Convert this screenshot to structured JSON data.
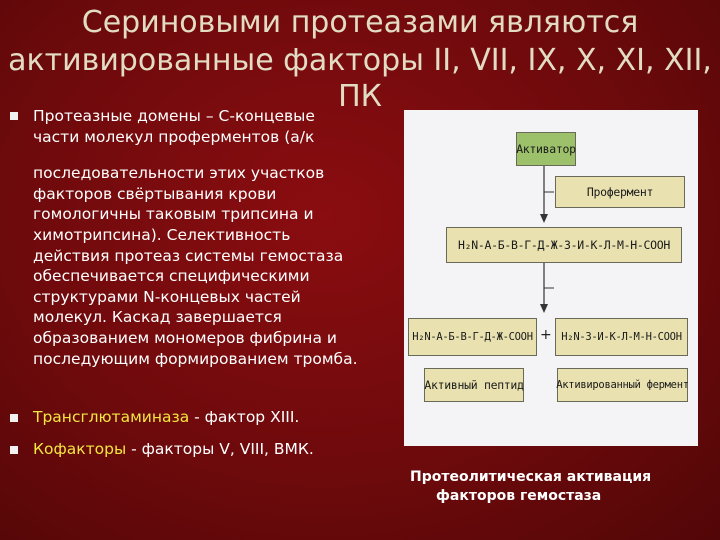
{
  "title": {
    "line1": "Сериновыми протеазами являются",
    "line2": "активированные факторы II, VII, IX, X, XI, XII,",
    "line3": "ПК"
  },
  "bullets": {
    "b1": {
      "line1": "Протеазные домены – С-концевые",
      "line2": "части молекул проферментов (а/к",
      "line3": "последовательности этих участков",
      "line4": "факторов свёртывания крови",
      "line5": "гомологичны таковым трипсина и",
      "line6": "химотрипсина). Селективность",
      "line7": "действия протеаз системы гемостаза",
      "line8": "обеспечивается специфическими",
      "line9": "структурами N-концевых частей",
      "line10": "молекул. Каскад завершается",
      "line11": "образованием мономеров фибрина и",
      "line12": "последующим формированием тромба."
    },
    "b2": {
      "term": "Трансглютаминаза",
      "rest": " - фактор XIII."
    },
    "b3": {
      "term": "Кофакторы",
      "rest": " - факторы V, VIII, ВМК."
    }
  },
  "diagram": {
    "activator": "Активатор",
    "proenzyme": "Профермент",
    "chain": "H₂N-А-Б-В-Г-Д-Ж-З-И-К-Л-М-Н-СООН",
    "left_fragment": "H₂N-А-Б-В-Г-Д-Ж-СООН",
    "plus": "+",
    "right_fragment": "H₂N-З-И-К-Л-М-Н-СООН",
    "active_peptide": "Активный пептид",
    "active_enzyme": "Активированный фермент"
  },
  "caption": {
    "line1": "Протеолитическая активация",
    "line2": "факторов гемостаза"
  },
  "colors": {
    "background": "#6e0a0c",
    "title": "#e3dcc4",
    "highlight": "#f2e640",
    "green_box": "#9cc16a",
    "tan_box": "#e9e2b0"
  }
}
